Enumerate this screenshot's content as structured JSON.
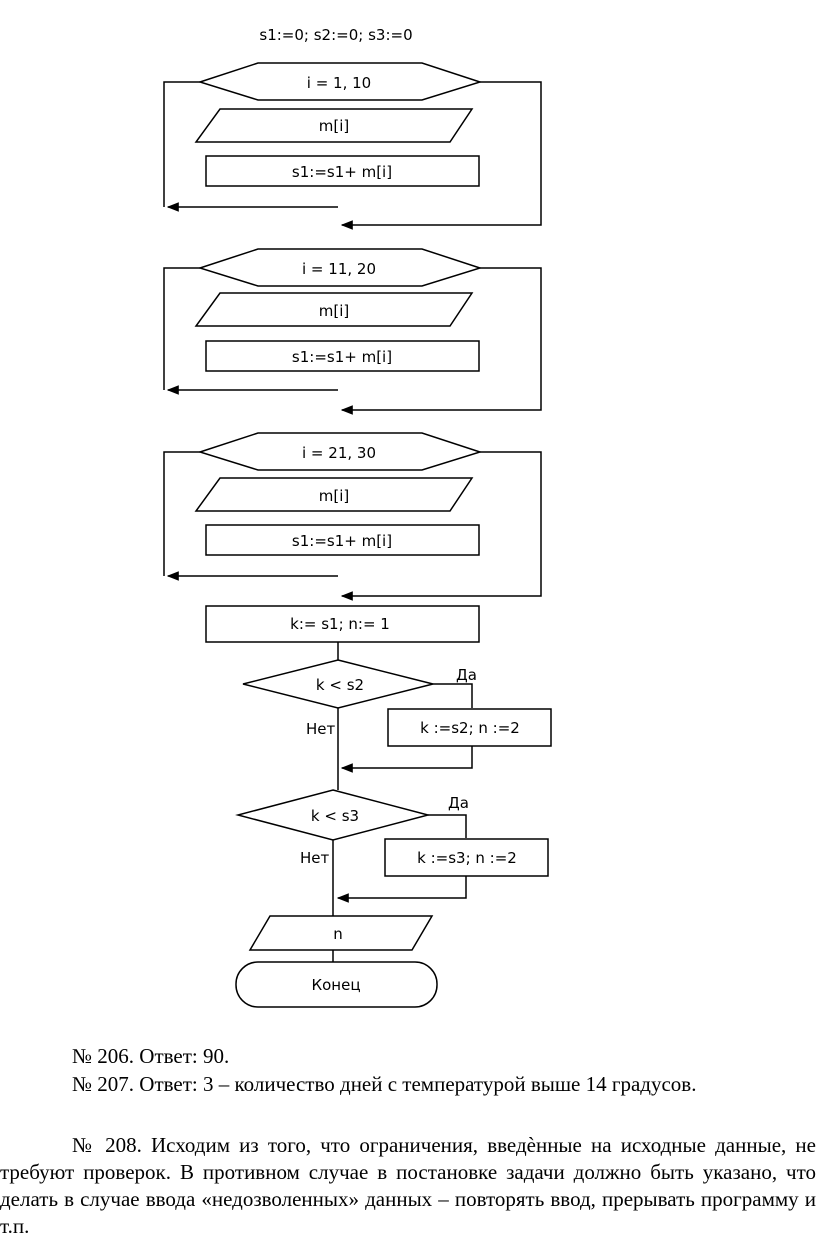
{
  "flowchart": {
    "init": "s1:=0; s2:=0; s3:=0",
    "loops": [
      {
        "header": "i = 1, 10",
        "input": "m[i]",
        "process": "s1:=s1+ m[i]"
      },
      {
        "header": "i = 11, 20",
        "input": "m[i]",
        "process": "s1:=s1+ m[i]"
      },
      {
        "header": "i = 21, 30",
        "input": "m[i]",
        "process": "s1:=s1+ m[i]"
      }
    ],
    "assign": "k:= s1; n:= 1",
    "conditions": [
      {
        "test": "k < s2",
        "yes": "Да",
        "no": "Нет",
        "action": "k :=s2; n :=2"
      },
      {
        "test": "k < s3",
        "yes": "Да",
        "no": "Нет",
        "action": "k :=s3; n :=2"
      }
    ],
    "output": "n",
    "end": "Конец"
  },
  "answers": [
    "№ 206. Ответ: 90.",
    "№ 207. Ответ:  3 – количество дней с температурой выше 14 градусов."
  ],
  "paragraph": "№ 208. Исходим из того, что ограничения, введѐнные на исходные данные, не требуют проверок. В противном случае в постановке задачи должно быть указано, что делать в случае ввода «недозволенных» данных – повторять ввод, прерывать программу и т.п."
}
